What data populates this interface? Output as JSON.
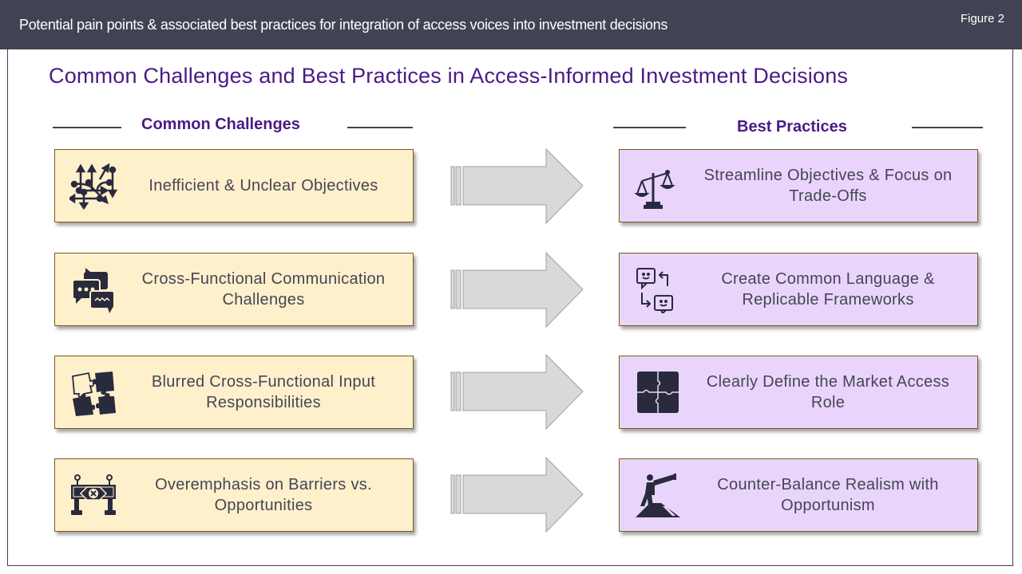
{
  "header": {
    "title": "Potential pain points & associated best practices for integration of access voices into investment decisions",
    "figure_label": "Figure 2"
  },
  "main_title": "Common Challenges and Best Practices in Access-Informed Investment Decisions",
  "columns": {
    "challenges_heading": "Common Challenges",
    "practices_heading": "Best Practices"
  },
  "colors": {
    "header_bg": "#414253",
    "title_purple": "#4b1a85",
    "challenge_fill": "#fff0cc",
    "practice_fill": "#e9d5fb",
    "arrow_fill": "#d9d9d9",
    "icon_dark": "#2a2a3d"
  },
  "rows": [
    {
      "challenge": {
        "text": "Inefficient & Unclear Objectives",
        "icon": "network-arrows-icon"
      },
      "practice": {
        "text": "Streamline Objectives & Focus on Trade-Offs",
        "icon": "balance-scale-icon"
      }
    },
    {
      "challenge": {
        "text": "Cross-Functional Communication Challenges",
        "icon": "chat-bubbles-icon"
      },
      "practice": {
        "text": "Create Common Language & Replicable Frameworks",
        "icon": "chat-exchange-icon"
      }
    },
    {
      "challenge": {
        "text": "Blurred Cross-Functional Input Responsibilities",
        "icon": "scattered-puzzle-icon"
      },
      "practice": {
        "text": "Clearly Define the Market Access Role",
        "icon": "assembled-puzzle-icon"
      }
    },
    {
      "challenge": {
        "text": "Overemphasis on Barriers vs. Opportunities",
        "icon": "roadblock-icon"
      },
      "practice": {
        "text": "Counter-Balance Realism with Opportunism",
        "icon": "telescope-lookout-icon"
      }
    }
  ]
}
